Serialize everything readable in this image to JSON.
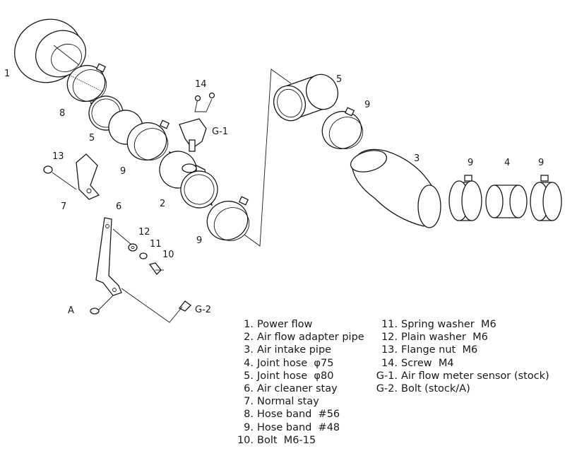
{
  "callouts": {
    "c1": "1",
    "c8": "8",
    "c5a": "5",
    "c9a": "9",
    "c14": "14",
    "g1": "G-1",
    "c13": "13",
    "c7": "7",
    "c6": "6",
    "c2": "2",
    "c9b": "9",
    "c12": "12",
    "c11": "11",
    "c10": "10",
    "cA": "A",
    "g2": "G-2",
    "c5b": "5",
    "c9c": "9",
    "c3": "3",
    "c9d": "9",
    "c4": "4",
    "c9e": "9"
  },
  "legend_left": [
    {
      "num": "1.",
      "text": "Power flow"
    },
    {
      "num": "2.",
      "text": "Air flow adapter pipe"
    },
    {
      "num": "3.",
      "text": "Air intake pipe"
    },
    {
      "num": "4.",
      "text": "Joint hose  φ75"
    },
    {
      "num": "5.",
      "text": "Joint hose  φ80"
    },
    {
      "num": "6.",
      "text": "Air cleaner stay"
    },
    {
      "num": "7.",
      "text": "Normal stay"
    },
    {
      "num": "8.",
      "text": "Hose band  #56"
    },
    {
      "num": "9.",
      "text": "Hose band  #48"
    },
    {
      "num": "10.",
      "text": "Bolt  M6-15"
    }
  ],
  "legend_right": [
    {
      "num": "11.",
      "text": "Spring washer  M6"
    },
    {
      "num": "12.",
      "text": "Plain washer  M6"
    },
    {
      "num": "13.",
      "text": "Flange nut  M6"
    },
    {
      "num": "14.",
      "text": "Screw  M4"
    },
    {
      "num": "G-1.",
      "text": "Air flow meter sensor (stock)"
    },
    {
      "num": "G-2.",
      "text": "Bolt (stock/A)"
    }
  ]
}
